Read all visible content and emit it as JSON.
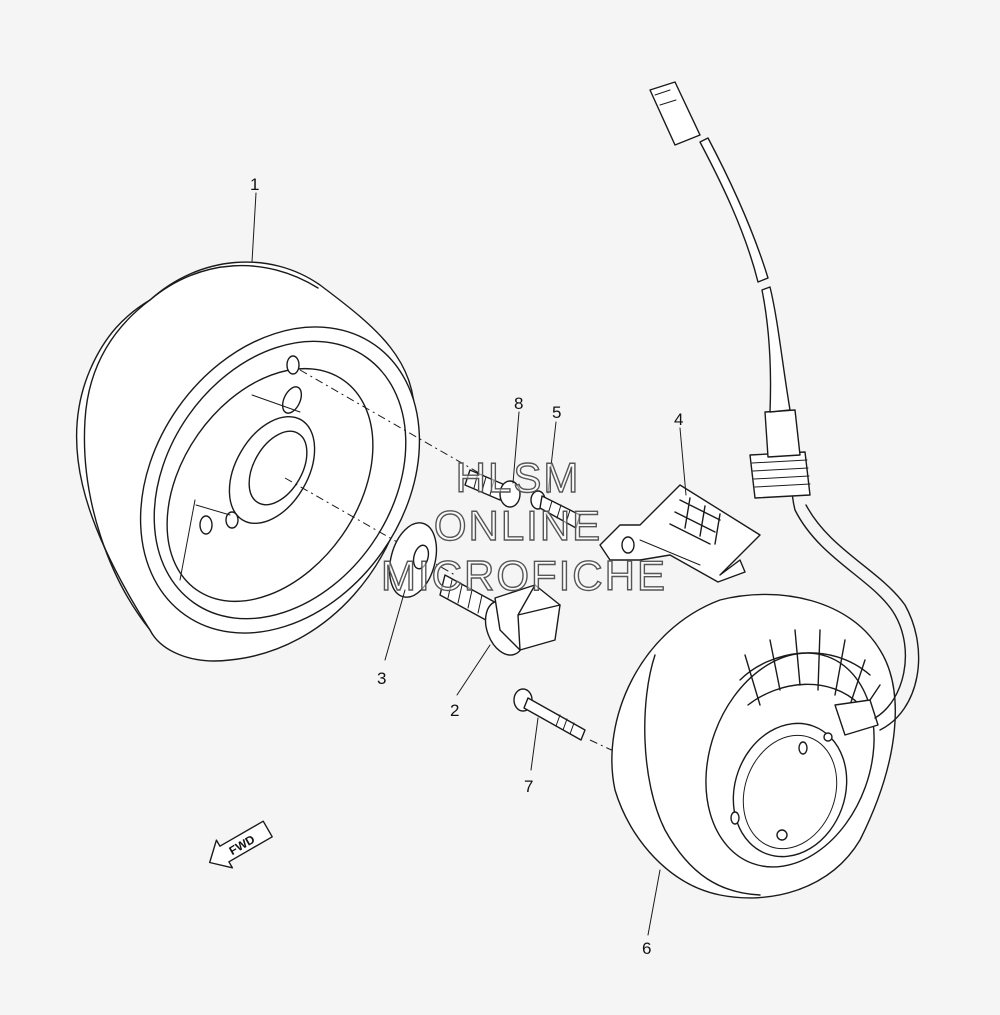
{
  "callouts": [
    {
      "id": "1",
      "label": "1"
    },
    {
      "id": "2",
      "label": "2"
    },
    {
      "id": "3",
      "label": "3"
    },
    {
      "id": "4",
      "label": "4"
    },
    {
      "id": "5",
      "label": "5"
    },
    {
      "id": "6",
      "label": "6"
    },
    {
      "id": "7",
      "label": "7"
    },
    {
      "id": "8",
      "label": "8"
    }
  ],
  "watermark": {
    "line1": "HLSM",
    "line2": "ONLINE",
    "line3": "MICROFICHE"
  },
  "fwd_label": "FWD"
}
